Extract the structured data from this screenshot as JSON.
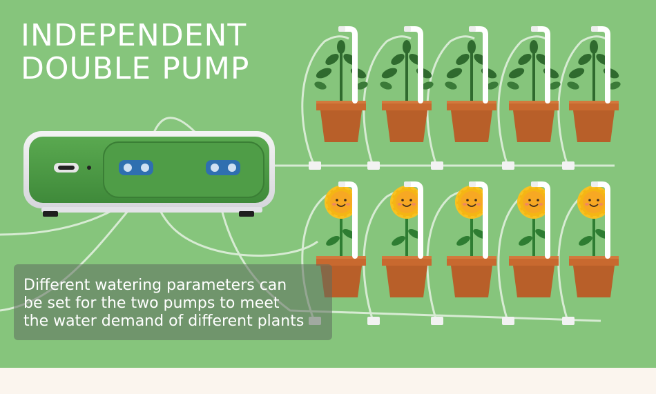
{
  "headline": {
    "line1": "INDEPENDENT",
    "line2": "DOUBLE PUMP"
  },
  "caption": {
    "line1": "Different watering parameters can",
    "line2": "be set for the two pumps to meet",
    "line3": "the water demand of different plants"
  },
  "colors": {
    "background": "#86c57c",
    "pump_body": "#4c9b45",
    "pot": "#c0662f",
    "leaf": "#2f6a2e",
    "sunflower_petal": "#f8c221"
  },
  "icons": [
    "pump-device-icon",
    "usb-c-port-icon",
    "tube-connector-icon",
    "leafy-plant-icon",
    "sunflower-icon",
    "watering-stake-icon"
  ]
}
